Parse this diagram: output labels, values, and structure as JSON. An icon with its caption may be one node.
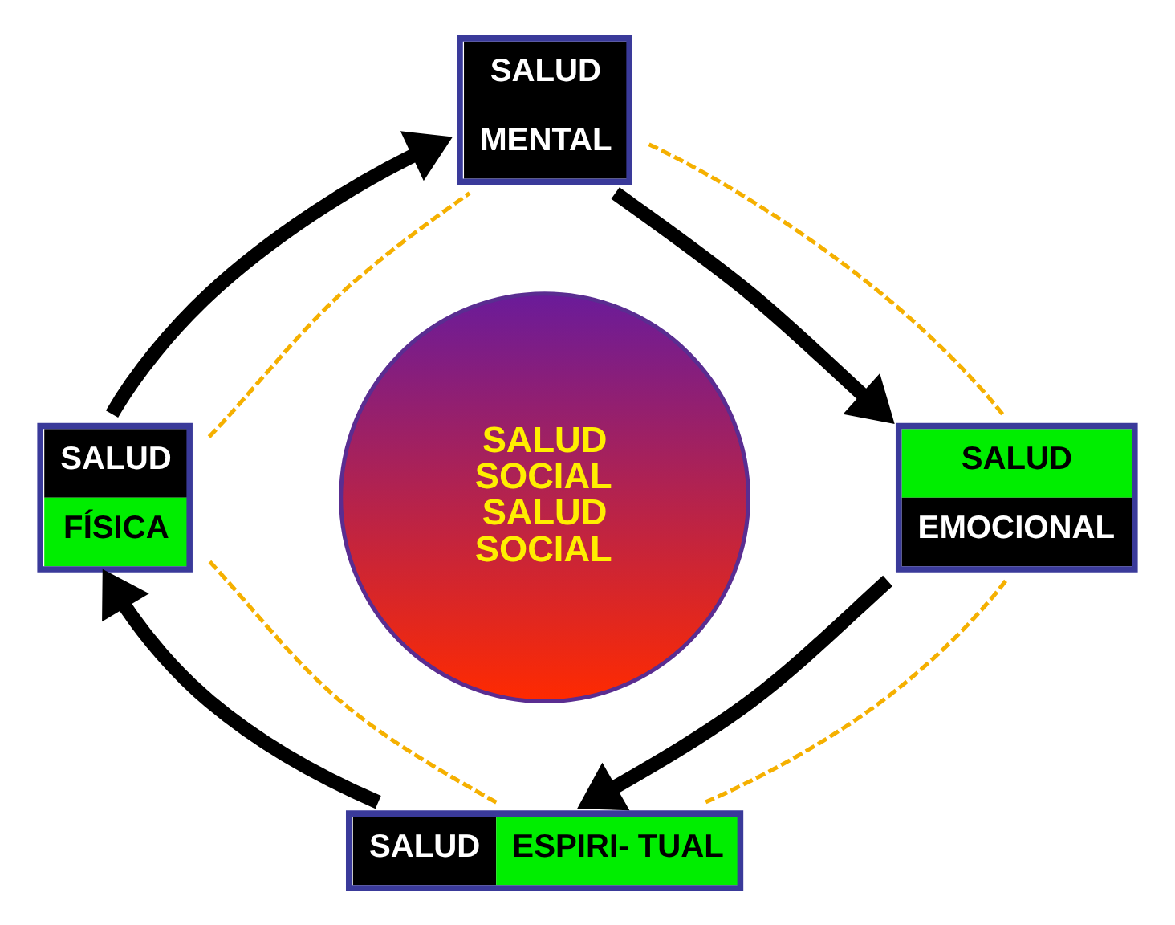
{
  "diagram": {
    "nodes": [
      {
        "text": [
          "SALUD",
          "MENTAL"
        ]
      },
      {
        "text": [
          "SALUD",
          "EMOCIONAL"
        ]
      },
      {
        "text": [
          "SALUD",
          "ESPIRI- TUAL"
        ]
      },
      {
        "text": [
          "SALUD",
          "FÍSICA"
        ]
      },
      {
        "text": [
          "SALUD",
          "SOCIAL",
          "SALUD",
          "SOCIAL"
        ]
      }
    ],
    "edges": [
      {
        "from": 3,
        "to": 0,
        "arrow": "to",
        "style": "thick"
      },
      {
        "from": 0,
        "to": 1,
        "arrow": "to",
        "style": "thick"
      },
      {
        "from": 1,
        "to": 2,
        "arrow": "to",
        "style": "thick"
      },
      {
        "from": 2,
        "to": 3,
        "arrow": "to",
        "style": "thick"
      },
      {
        "from": 0,
        "to": 1,
        "arrow": "none",
        "style": "dashed",
        "color": "#f5b000"
      },
      {
        "from": 1,
        "to": 2,
        "arrow": "none",
        "style": "dashed",
        "color": "#f5b000"
      },
      {
        "from": 2,
        "to": 3,
        "arrow": "none",
        "style": "dashed",
        "color": "#f5b000"
      },
      {
        "from": 3,
        "to": 0,
        "arrow": "none",
        "style": "dashed",
        "color": "#f5b000"
      }
    ]
  }
}
